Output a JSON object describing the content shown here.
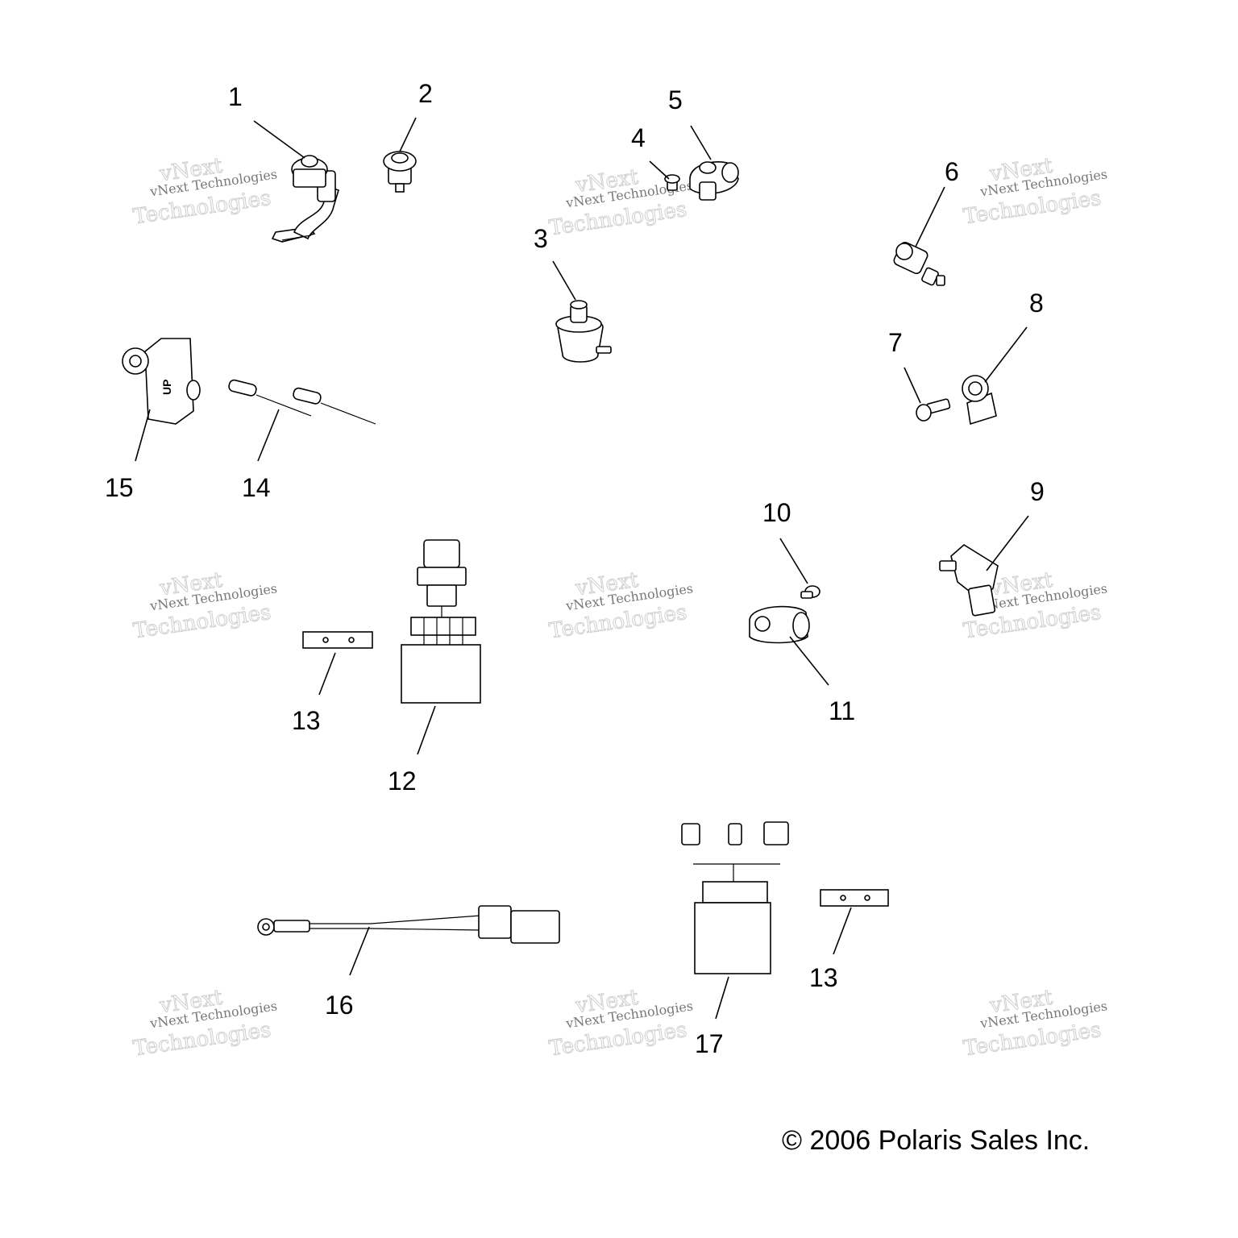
{
  "callouts": [
    "1",
    "2",
    "3",
    "4",
    "5",
    "6",
    "7",
    "8",
    "9",
    "10",
    "11",
    "12",
    "13",
    "13",
    "14",
    "15",
    "16",
    "17"
  ],
  "watermark": {
    "line1": "vNext Technologies",
    "line2": "Technologies",
    "line3": "vNext"
  },
  "part_marking": "UP",
  "copyright": "© 2006 Polaris Sales Inc."
}
